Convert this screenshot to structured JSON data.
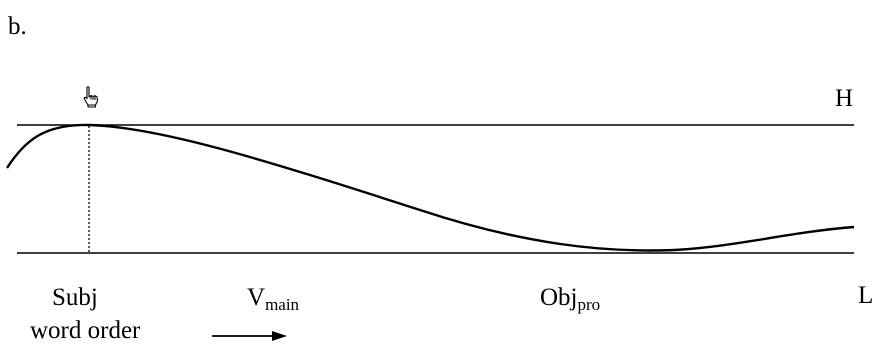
{
  "panel_label": "b.",
  "levels": {
    "high": "H",
    "low": "L"
  },
  "positions": {
    "subj": "Subj",
    "verb": {
      "base": "V",
      "sub": "main"
    },
    "obj": {
      "base": "Obj",
      "sub": "pro"
    }
  },
  "axis": {
    "label": "word order"
  },
  "marker": {
    "icon": "pointing-hand-icon"
  },
  "colors": {
    "ink": "#000000",
    "background": "#ffffff"
  }
}
